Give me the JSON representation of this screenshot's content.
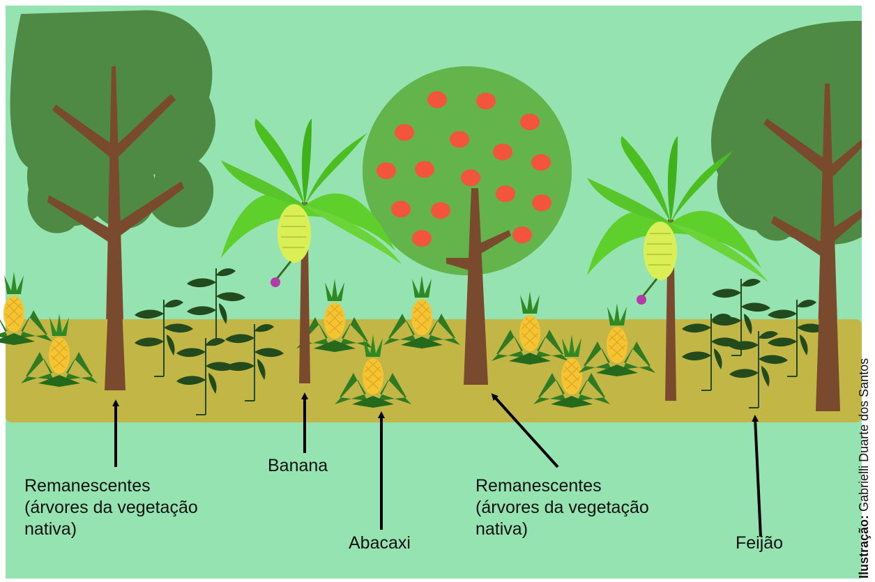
{
  "labels": {
    "remnants_left": "Remanescentes\n(árvores da vegetação\nnativa)",
    "banana": "Banana",
    "abacaxi": "Abacaxi",
    "remnants_right": "Remanescentes\n(árvores da vegetação\nnativa)",
    "feijao": "Feijão"
  },
  "credit": {
    "prefix": "Ilustração:",
    "author": "Gabrielli Duarte dos Santos"
  },
  "colors": {
    "background": "#95e3b1",
    "soil": "#c2b646",
    "trunk": "#7a4a2e",
    "native_tree_canopy": "#4f8a45",
    "fruit_tree_canopy": "#63b44a",
    "fruit": "#f2553b",
    "banana_leaf": "#5ecf2b",
    "banana_bunch": "#d9ef55",
    "pineapple": "#f5c431",
    "pineapple_leaf": "#2f7a22",
    "bean_leaf": "#234a1c",
    "arrow": "#000000"
  }
}
